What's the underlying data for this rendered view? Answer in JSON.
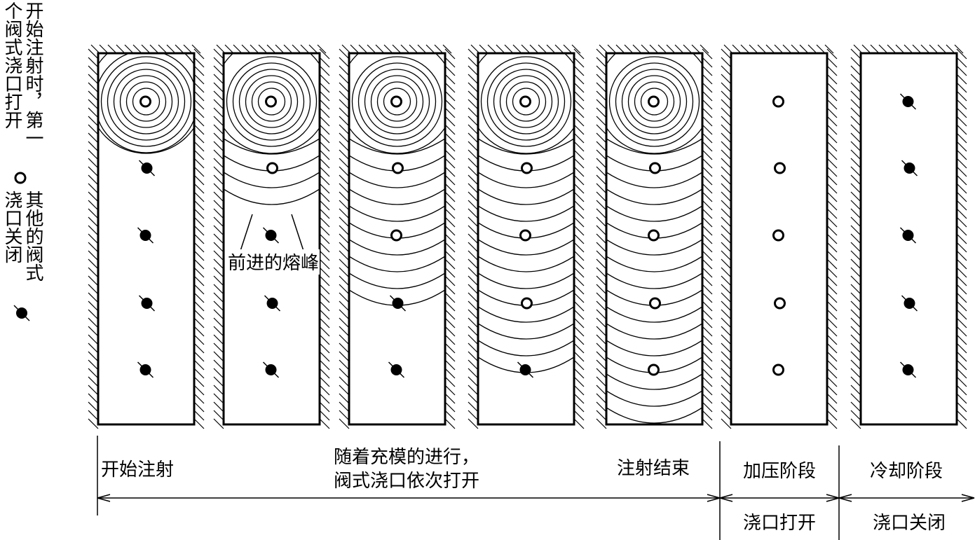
{
  "legend": {
    "open_line1": "开始注射时，第一",
    "open_line2": "个阀式浇口打开",
    "closed_line1": "其他的阀式",
    "closed_line2": "浇口关闭"
  },
  "annotation": "前进的熔峰",
  "stages": [
    {
      "gates": [
        "open",
        "closed",
        "closed",
        "closed",
        "closed"
      ],
      "rings_a": 7,
      "rings_b": 0
    },
    {
      "gates": [
        "open",
        "open",
        "closed",
        "closed",
        "closed"
      ],
      "rings_a": 6,
      "rings_b": 4
    },
    {
      "gates": [
        "open",
        "open",
        "open",
        "closed",
        "closed"
      ],
      "rings_a": 6,
      "rings_b": 10
    },
    {
      "gates": [
        "open",
        "open",
        "open",
        "open",
        "closed"
      ],
      "rings_a": 6,
      "rings_b": 14
    },
    {
      "gates": [
        "open",
        "open",
        "open",
        "open",
        "open"
      ],
      "rings_a": 6,
      "rings_b": 19
    },
    {
      "gates": [
        "open",
        "open",
        "open",
        "open",
        "open"
      ],
      "rings_a": 0,
      "rings_b": 0
    },
    {
      "gates": [
        "closed",
        "closed",
        "closed",
        "closed",
        "closed"
      ],
      "rings_a": 0,
      "rings_b": 0
    }
  ],
  "labels": {
    "start": "开始注射",
    "mid_line1": "随着充模的进行，",
    "mid_line2": "阀式浇口依次打开",
    "end": "注射结束",
    "pack": "加压阶段",
    "cool": "冷却阶段",
    "gate_open": "浇口打开",
    "gate_closed": "浇口关闭"
  }
}
